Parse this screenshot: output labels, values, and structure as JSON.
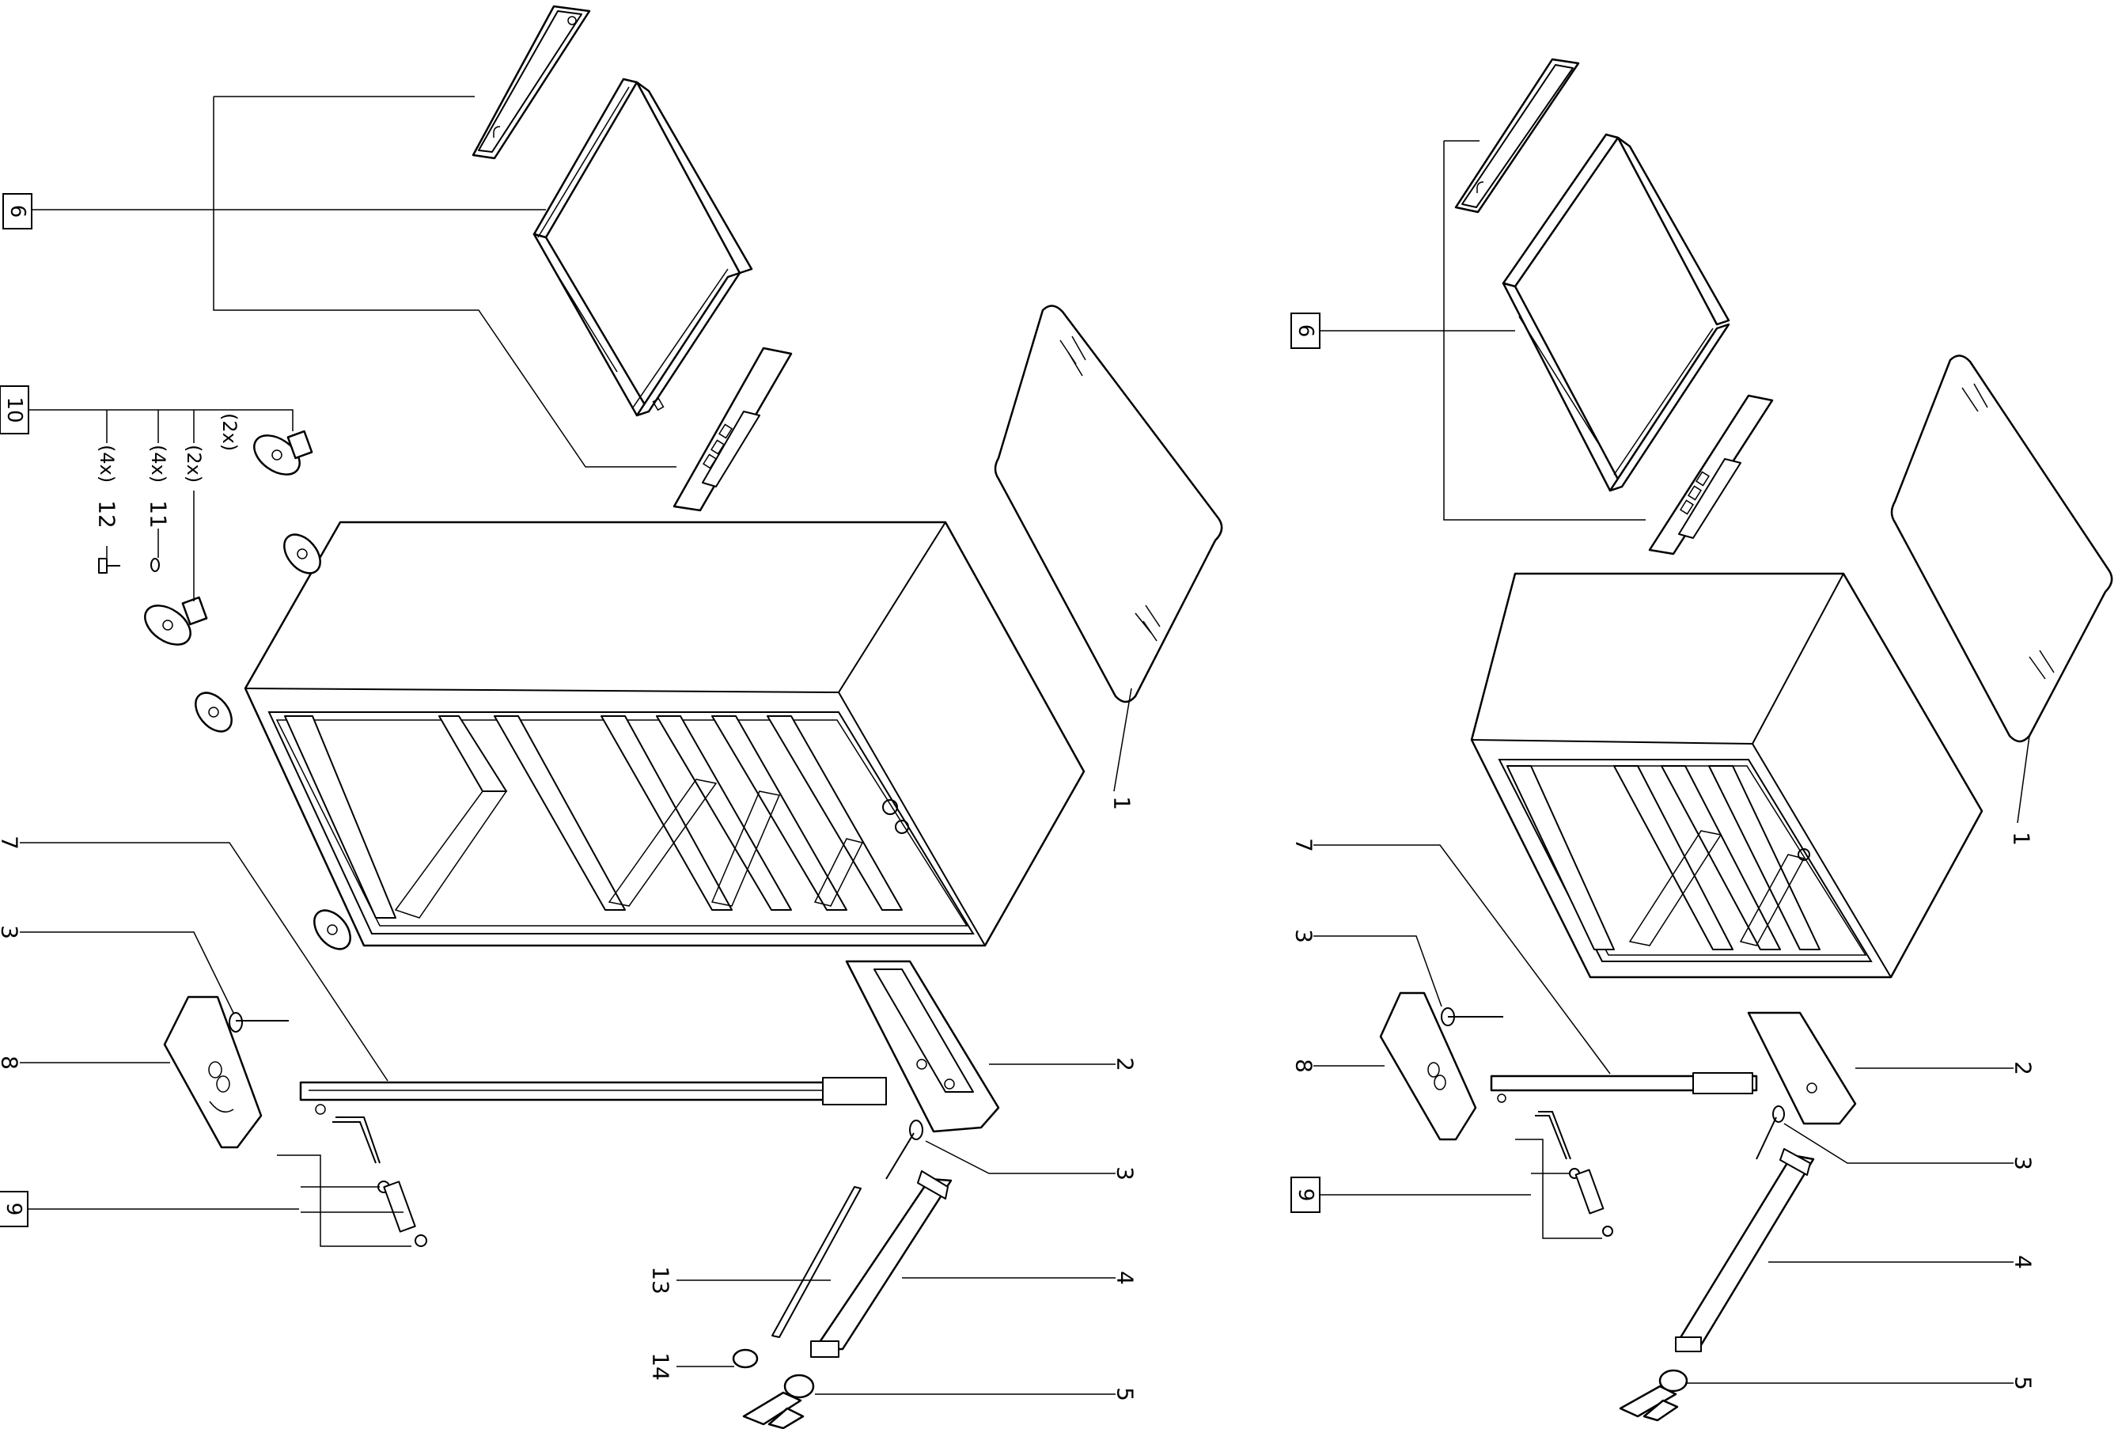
{
  "diagram": {
    "left_assembly": {
      "callouts": [
        {
          "id": "l-1",
          "label": "1"
        },
        {
          "id": "l-2",
          "label": "2"
        },
        {
          "id": "l-3a",
          "label": "3"
        },
        {
          "id": "l-3b",
          "label": "3"
        },
        {
          "id": "l-4",
          "label": "4"
        },
        {
          "id": "l-5",
          "label": "5"
        },
        {
          "id": "l-6",
          "label": "6"
        },
        {
          "id": "l-7",
          "label": "7"
        },
        {
          "id": "l-8",
          "label": "8"
        },
        {
          "id": "l-9",
          "label": "9"
        },
        {
          "id": "l-10",
          "label": "10"
        },
        {
          "id": "l-11",
          "label": "11"
        },
        {
          "id": "l-12",
          "label": "12"
        },
        {
          "id": "l-13",
          "label": "13"
        },
        {
          "id": "l-14",
          "label": "14"
        }
      ],
      "quantities": {
        "casters_a": "(2x)",
        "casters_b": "(2x)",
        "washers": "(4x)",
        "screws": "(4x)"
      }
    },
    "right_assembly": {
      "callouts": [
        {
          "id": "r-1",
          "label": "1"
        },
        {
          "id": "r-2",
          "label": "2"
        },
        {
          "id": "r-3a",
          "label": "3"
        },
        {
          "id": "r-3b",
          "label": "3"
        },
        {
          "id": "r-4",
          "label": "4"
        },
        {
          "id": "r-5",
          "label": "5"
        },
        {
          "id": "r-6",
          "label": "6"
        },
        {
          "id": "r-7",
          "label": "7"
        },
        {
          "id": "r-8",
          "label": "8"
        },
        {
          "id": "r-9",
          "label": "9"
        }
      ]
    }
  }
}
